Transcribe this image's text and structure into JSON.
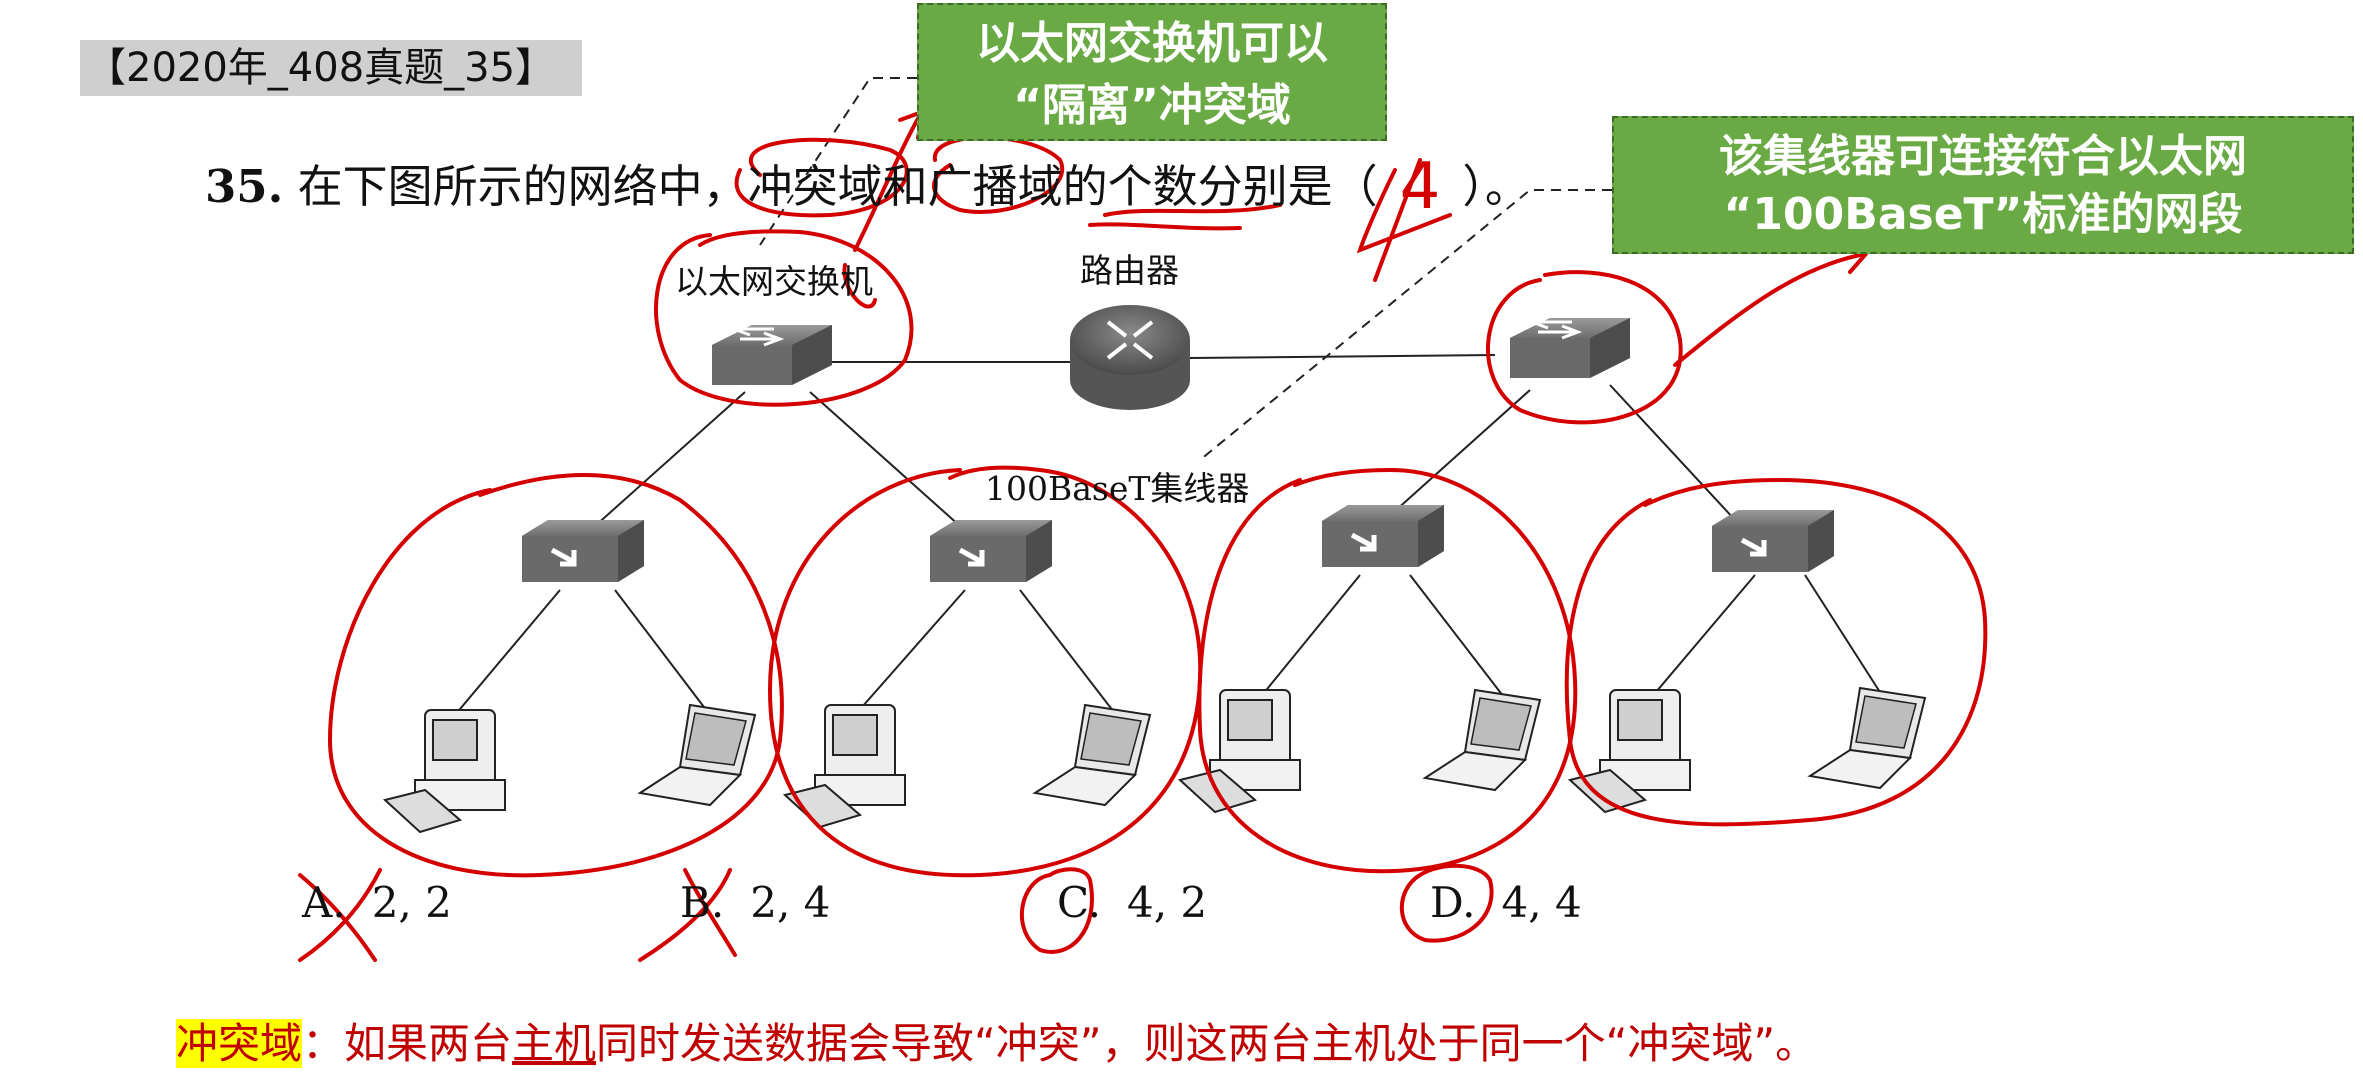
{
  "header_tag": "【2020年_408真题_35】",
  "question": {
    "number": "35.",
    "text": "在下图所示的网络中，冲突域和广播域的个数分别是（",
    "answer_mark": "4",
    "close": "）。"
  },
  "callouts": {
    "switch_note_line1": "以太网交换机可以",
    "switch_note_line2": "“隔离”冲突域",
    "hub_note_line1": "该集线器可连接符合以太网",
    "hub_note_line2": "“100BaseT”标准的网段"
  },
  "diagram": {
    "switch_label": "以太网交换机",
    "router_label": "路由器",
    "hub_label": "100BaseT集线器"
  },
  "options": [
    {
      "letter": "A.",
      "value": "2, 2"
    },
    {
      "letter": "B.",
      "value": "2, 4"
    },
    {
      "letter": "C.",
      "value": "4, 2"
    },
    {
      "letter": "D.",
      "value": "4, 4"
    }
  ],
  "footer": {
    "term": "冲突域",
    "colon": "：如果两台",
    "host": "主机",
    "rest": "同时发送数据会导致“冲突”，则这两台主机处于同一个“冲突域”。"
  },
  "colors": {
    "annotation_red": "#d40000",
    "callout_green": "#6aaa45",
    "footer_red": "#c00000"
  }
}
